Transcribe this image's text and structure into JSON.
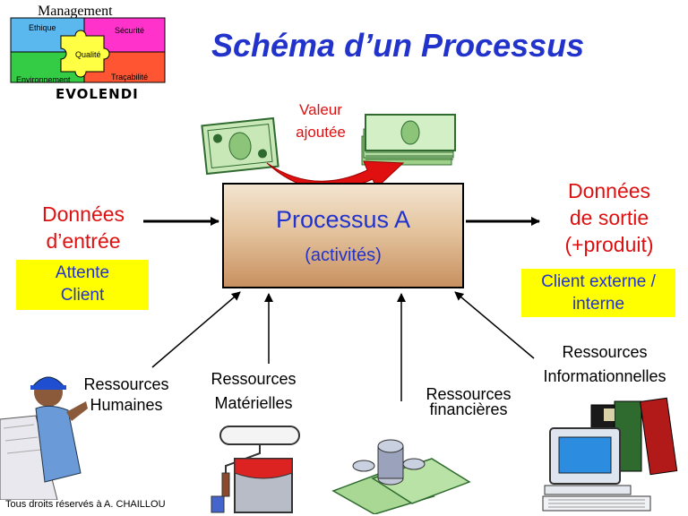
{
  "logo": {
    "top_text": "Management",
    "brand": "EVOLENDI",
    "pieces": [
      "Ethique",
      "Sécurité",
      "Qualité",
      "Environnement",
      "Traçabilité"
    ]
  },
  "title": "Schéma d’un Processus",
  "value_added": {
    "line1": "Valeur",
    "line2": "ajoutée"
  },
  "process": {
    "name": "Processus A",
    "subtitle": "(activités)"
  },
  "input": {
    "line1": "Données",
    "line2": "d’entrée",
    "box_line1": "Attente",
    "box_line2": "Client"
  },
  "output": {
    "line1": "Données",
    "line2": "de sortie",
    "line3": "(+produit)",
    "box_line1": "Client externe /",
    "box_line2": "interne"
  },
  "resources": {
    "humaines": {
      "line1": "Ressources",
      "line2": "Humaines"
    },
    "materielles": {
      "line1": "Ressources",
      "line2": "Matérielles"
    },
    "financieres": {
      "line1": "Ressources",
      "line2": "financières"
    },
    "informationnelles": {
      "line1": "Ressources",
      "line2": "Informationnelles"
    }
  },
  "footer": "Tous droits réservés à  A. CHAILLOU",
  "colors": {
    "title_blue": "#2233cc",
    "label_red": "#dd1111",
    "highlight_yellow": "#ffff00",
    "arc_red": "#e01010"
  }
}
